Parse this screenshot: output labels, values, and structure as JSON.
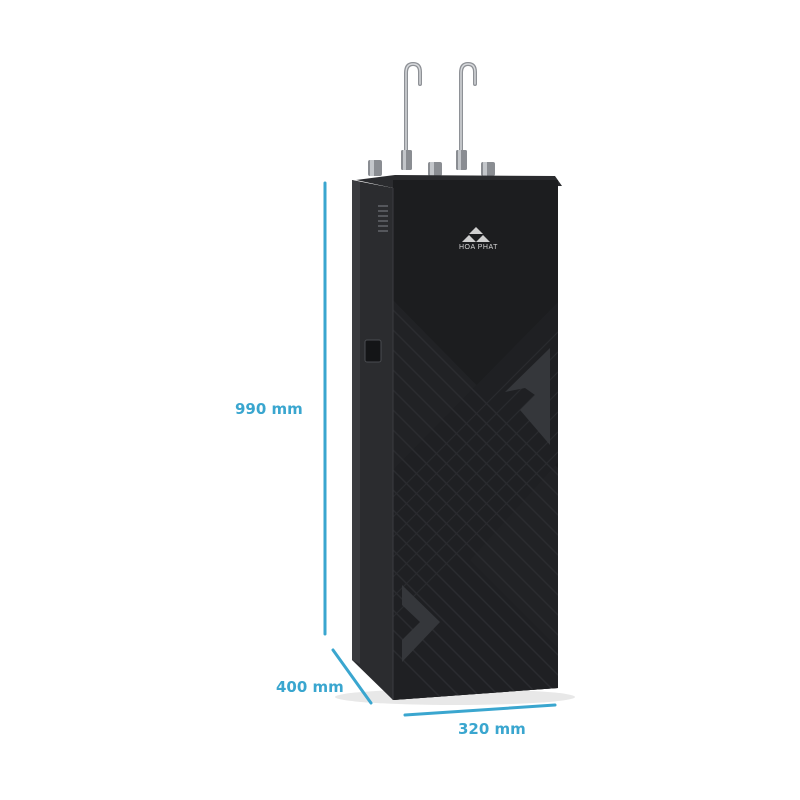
{
  "product": {
    "brand": "HOA PHAT",
    "brand_color": "#d6d6d6",
    "body_color": "#1c1d1f",
    "icons": [
      "water-purifier",
      "faucet",
      "hoa-phat-logo"
    ]
  },
  "dimensions": {
    "height_label": "990 mm",
    "depth_label": "400 mm",
    "width_label": "320 mm",
    "line_color": "#3aa6cf",
    "text_color": "#3aa6cf"
  }
}
